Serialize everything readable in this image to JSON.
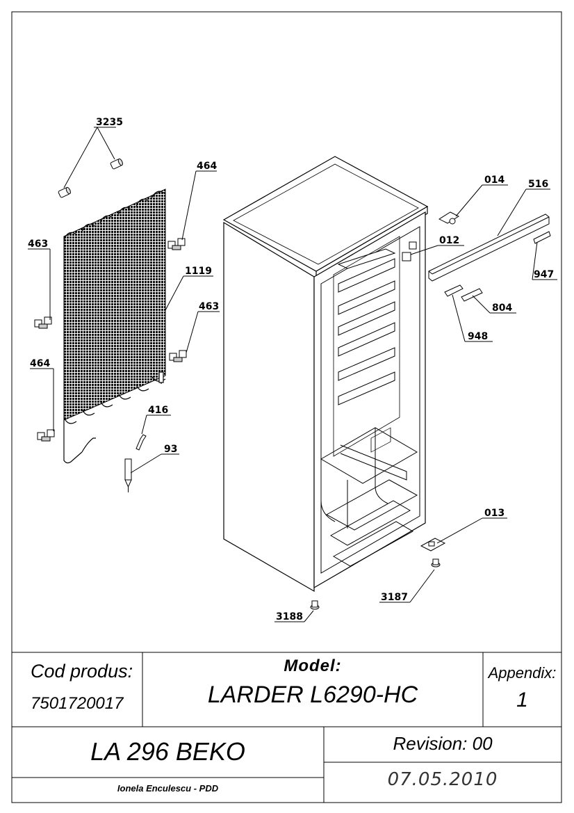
{
  "callouts": {
    "c3235": "3235",
    "c464a": "464",
    "c463a": "463",
    "c1119": "1119",
    "c463b": "463",
    "c464b": "464",
    "c416": "416",
    "c93": "93",
    "c014": "014",
    "c516": "516",
    "c012": "012",
    "c947": "947",
    "c804": "804",
    "c948": "948",
    "c013": "013",
    "c3187": "3187",
    "c3188": "3188"
  },
  "title_block": {
    "product_code_label": "Cod produs:",
    "product_code": "7501720017",
    "model_label": "Model:",
    "model": "LARDER L6290-HC",
    "appendix_label": "Appendix:",
    "appendix": "1",
    "project": "LA 296 BEKO",
    "revision_label": "Revision: 00",
    "author": "Ionela Enculescu - PDD",
    "date": "07.05.2010"
  }
}
